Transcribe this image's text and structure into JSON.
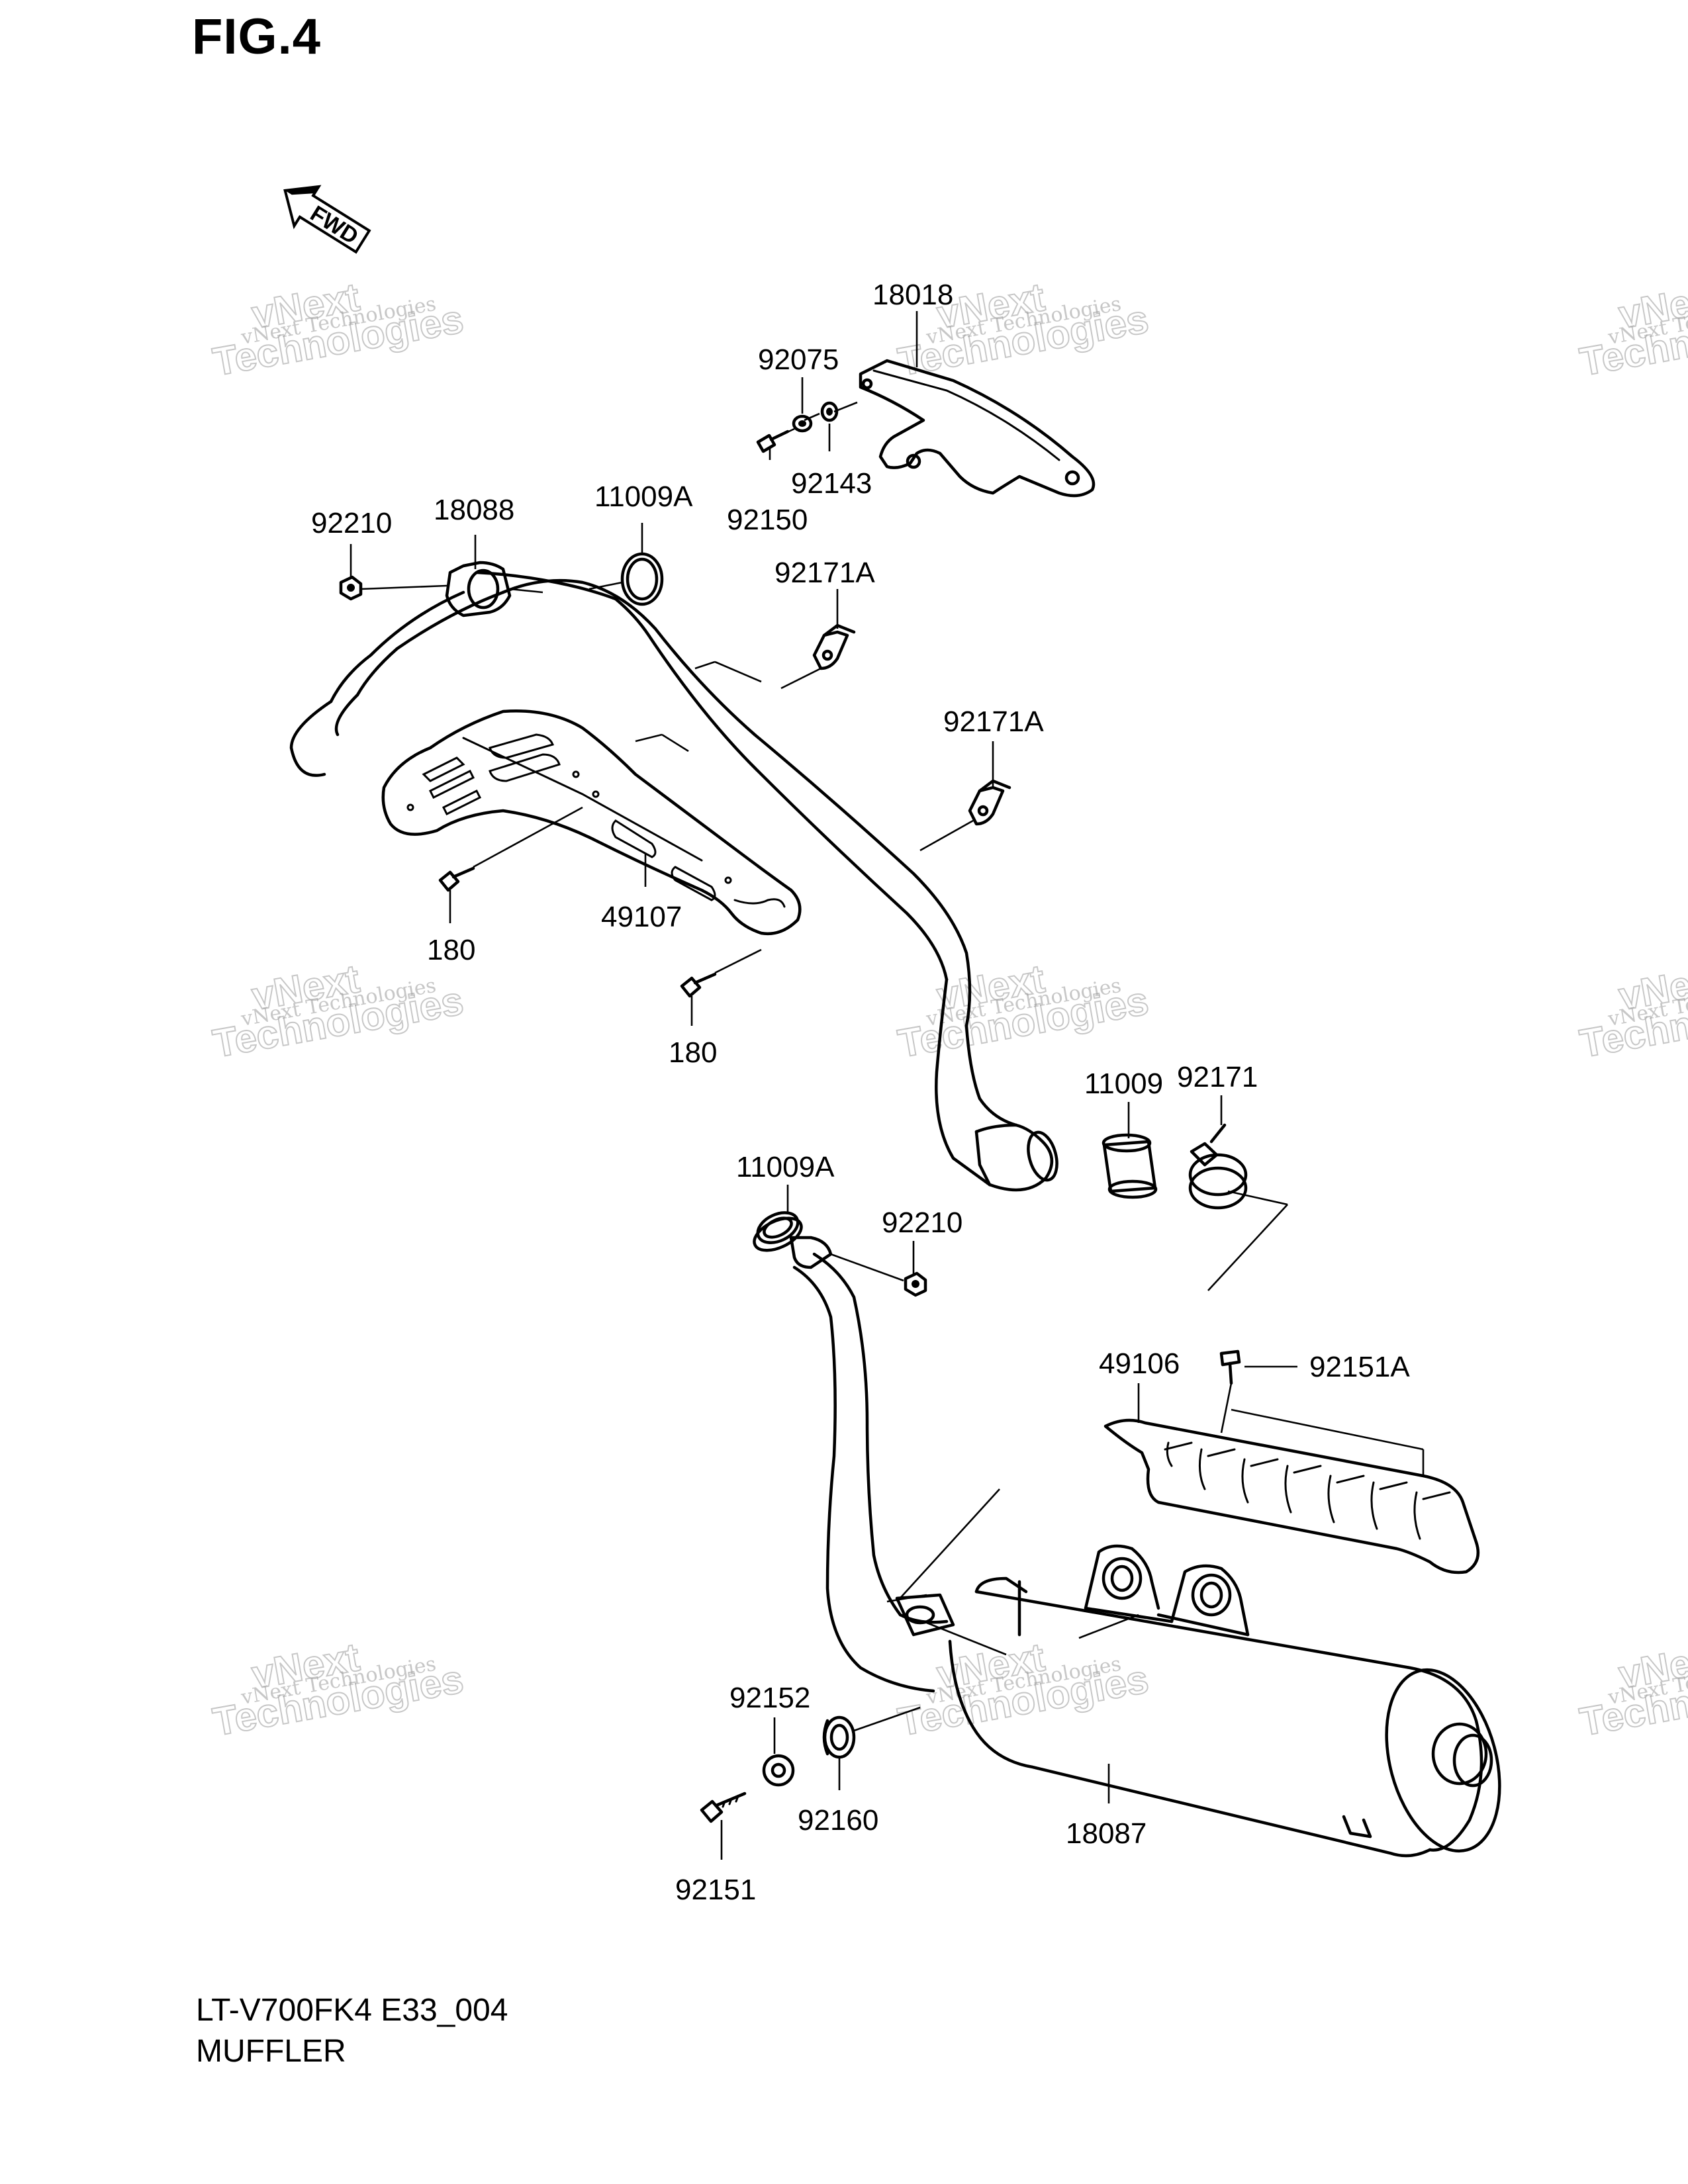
{
  "header": {
    "figure_label": "FIG.4"
  },
  "fwd_arrow": {
    "label": "FWD",
    "icon": "fwd-arrow-icon"
  },
  "callouts": [
    {
      "id": "c-18018",
      "text": "18018"
    },
    {
      "id": "c-92075",
      "text": "92075"
    },
    {
      "id": "c-92143",
      "text": "92143"
    },
    {
      "id": "c-92150",
      "text": "92150"
    },
    {
      "id": "c-92210-top",
      "text": "92210"
    },
    {
      "id": "c-18088",
      "text": "18088"
    },
    {
      "id": "c-11009A-top",
      "text": "11009A"
    },
    {
      "id": "c-92171A-a",
      "text": "92171A"
    },
    {
      "id": "c-92171A-b",
      "text": "92171A"
    },
    {
      "id": "c-180-a",
      "text": "180"
    },
    {
      "id": "c-49107",
      "text": "49107"
    },
    {
      "id": "c-180-b",
      "text": "180"
    },
    {
      "id": "c-11009",
      "text": "11009"
    },
    {
      "id": "c-92171",
      "text": "92171"
    },
    {
      "id": "c-11009A-bottom",
      "text": "11009A"
    },
    {
      "id": "c-92210-bottom",
      "text": "92210"
    },
    {
      "id": "c-49106",
      "text": "49106"
    },
    {
      "id": "c-92151A",
      "text": "92151A"
    },
    {
      "id": "c-92152",
      "text": "92152"
    },
    {
      "id": "c-92160",
      "text": "92160"
    },
    {
      "id": "c-18087",
      "text": "18087"
    },
    {
      "id": "c-92151",
      "text": "92151"
    }
  ],
  "watermark": {
    "line1": "vNext Technologies",
    "line2a": "vNext",
    "line2b": "Technologies"
  },
  "footer": {
    "model_code": "LT-V700FK4 E33_004",
    "section_name": "MUFFLER"
  }
}
